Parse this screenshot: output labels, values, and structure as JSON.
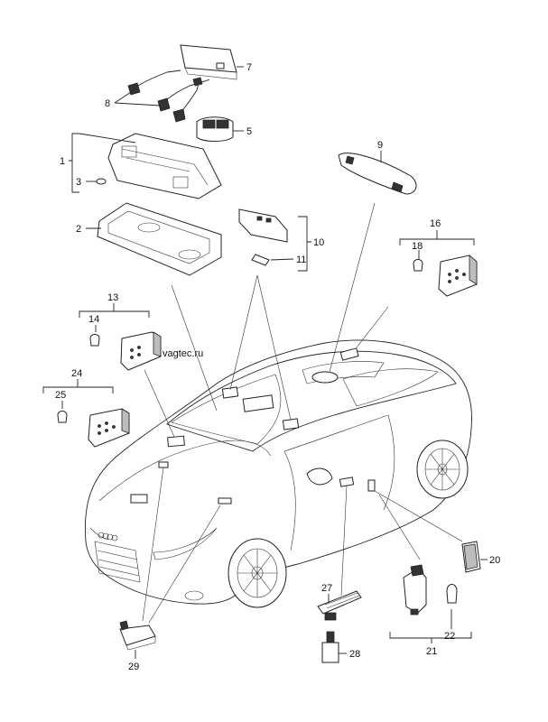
{
  "watermark": "vagtec.ru",
  "callouts": {
    "c1": "1",
    "c2": "2",
    "c3": "3",
    "c5": "5",
    "c7": "7",
    "c8": "8",
    "c9": "9",
    "c10": "10",
    "c11": "11",
    "c13": "13",
    "c14": "14",
    "c16": "16",
    "c18": "18",
    "c20": "20",
    "c21": "21",
    "c22": "22",
    "c24": "24",
    "c25": "25",
    "c27": "27",
    "c28": "28",
    "c29": "29"
  }
}
